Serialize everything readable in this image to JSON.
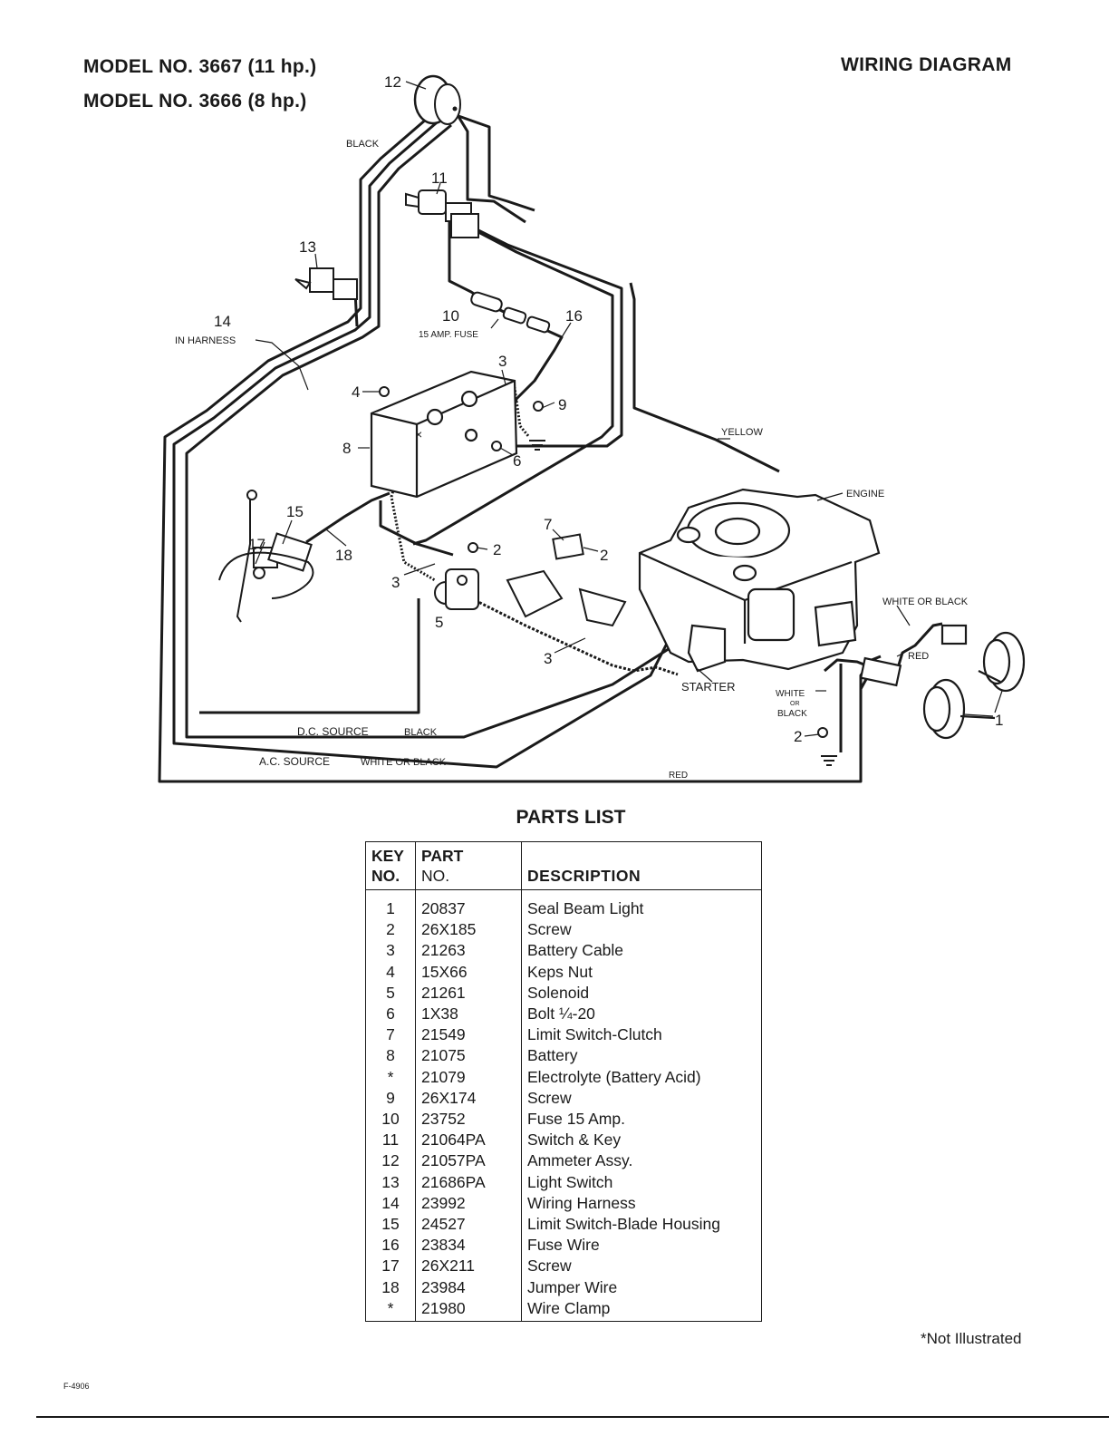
{
  "header": {
    "model_line_1": "MODEL NO. 3667 (11 hp.)",
    "model_line_2": "MODEL NO. 3666 (8 hp.)",
    "title": "WIRING DIAGRAM"
  },
  "diagram": {
    "wire_labels": {
      "black_top": "BLACK",
      "in_harness": "IN HARNESS",
      "fuse": "15 AMP. FUSE",
      "yellow": "YELLOW",
      "engine": "ENGINE",
      "white_or_black": "WHITE OR BLACK",
      "red_right": "RED",
      "starter": "STARTER",
      "white_or_black_stack_1": "WHITE",
      "white_or_black_stack_2": "OR",
      "white_or_black_stack_3": "BLACK",
      "dc_source": "D.C. SOURCE",
      "dc_black": "BLACK",
      "ac_source": "A.C. SOURCE",
      "ac_white_or_black": "WHITE OR BLACK",
      "red_bottom": "RED"
    },
    "callouts": {
      "c1": "1",
      "c2a": "2",
      "c2b": "2",
      "c2c": "2",
      "c3a": "3",
      "c3b": "3",
      "c3c": "3",
      "c4": "4",
      "c5": "5",
      "c6": "6",
      "c7": "7",
      "c8": "8",
      "c9": "9",
      "c10": "10",
      "c11": "11",
      "c12": "12",
      "c13": "13",
      "c14": "14",
      "c15": "15",
      "c16": "16",
      "c17": "17",
      "c18": "18"
    }
  },
  "parts_list": {
    "title": "PARTS LIST",
    "headers": {
      "key_1": "KEY",
      "key_2": "NO.",
      "part_1": "PART",
      "part_2": "NO.",
      "description": "DESCRIPTION"
    },
    "rows": [
      {
        "key": "1",
        "part": "20837",
        "description": "Seal  Beam  Light"
      },
      {
        "key": "2",
        "part": "26X185",
        "description": "Screw"
      },
      {
        "key": "3",
        "part": "21263",
        "description": "Battery Cable"
      },
      {
        "key": "4",
        "part": "15X66",
        "description": "Keps Nut"
      },
      {
        "key": "5",
        "part": "21261",
        "description": "Solenoid"
      },
      {
        "key": "6",
        "part": "1X38",
        "description": "Bolt ¼-20"
      },
      {
        "key": "7",
        "part": "21549",
        "description": "Limit  Switch-Clutch"
      },
      {
        "key": "8",
        "part": "21075",
        "description": "Battery"
      },
      {
        "key": "*",
        "part": "21079",
        "description": "Electrolyte (Battery Acid)"
      },
      {
        "key": "9",
        "part": "26X174",
        "description": "Screw"
      },
      {
        "key": "10",
        "part": "23752",
        "description": "Fuse 15 Amp."
      },
      {
        "key": "11",
        "part": "21064PA",
        "description": "Switch & Key"
      },
      {
        "key": "12",
        "part": "21057PA",
        "description": "Ammeter Assy."
      },
      {
        "key": "13",
        "part": "21686PA",
        "description": "Light Switch"
      },
      {
        "key": "14",
        "part": "23992",
        "description": "Wiring Harness"
      },
      {
        "key": "15",
        "part": "24527",
        "description": "Limit Switch-Blade Housing"
      },
      {
        "key": "16",
        "part": "23834",
        "description": "Fuse Wire"
      },
      {
        "key": "17",
        "part": "26X211",
        "description": "Screw"
      },
      {
        "key": "18",
        "part": "23984",
        "description": "Jumper Wire"
      },
      {
        "key": "*",
        "part": "21980",
        "description": "Wire Clamp"
      }
    ]
  },
  "footer": {
    "footnote": "*Not Illustrated",
    "form_code": "F-4906"
  }
}
